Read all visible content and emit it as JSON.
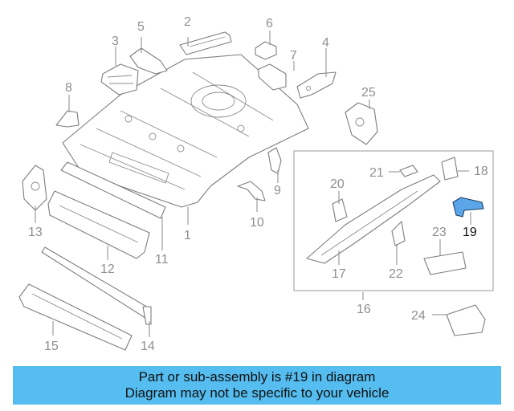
{
  "callouts": {
    "c1": "1",
    "c2": "2",
    "c3": "3",
    "c4": "4",
    "c5": "5",
    "c6": "6",
    "c7": "7",
    "c8": "8",
    "c9": "9",
    "c10": "10",
    "c11": "11",
    "c12": "12",
    "c13": "13",
    "c14": "14",
    "c15": "15",
    "c16": "16",
    "c17": "17",
    "c18": "18",
    "c19": "19",
    "c20": "20",
    "c21": "21",
    "c22": "22",
    "c23": "23",
    "c24": "24",
    "c25": "25"
  },
  "highlight": {
    "part_number": "19",
    "color": "#5aa6e8"
  },
  "banner": {
    "line1": "Part or sub-assembly is #19 in diagram",
    "line2": "Diagram may not be specific to your vehicle",
    "color": "#55bdf0"
  }
}
